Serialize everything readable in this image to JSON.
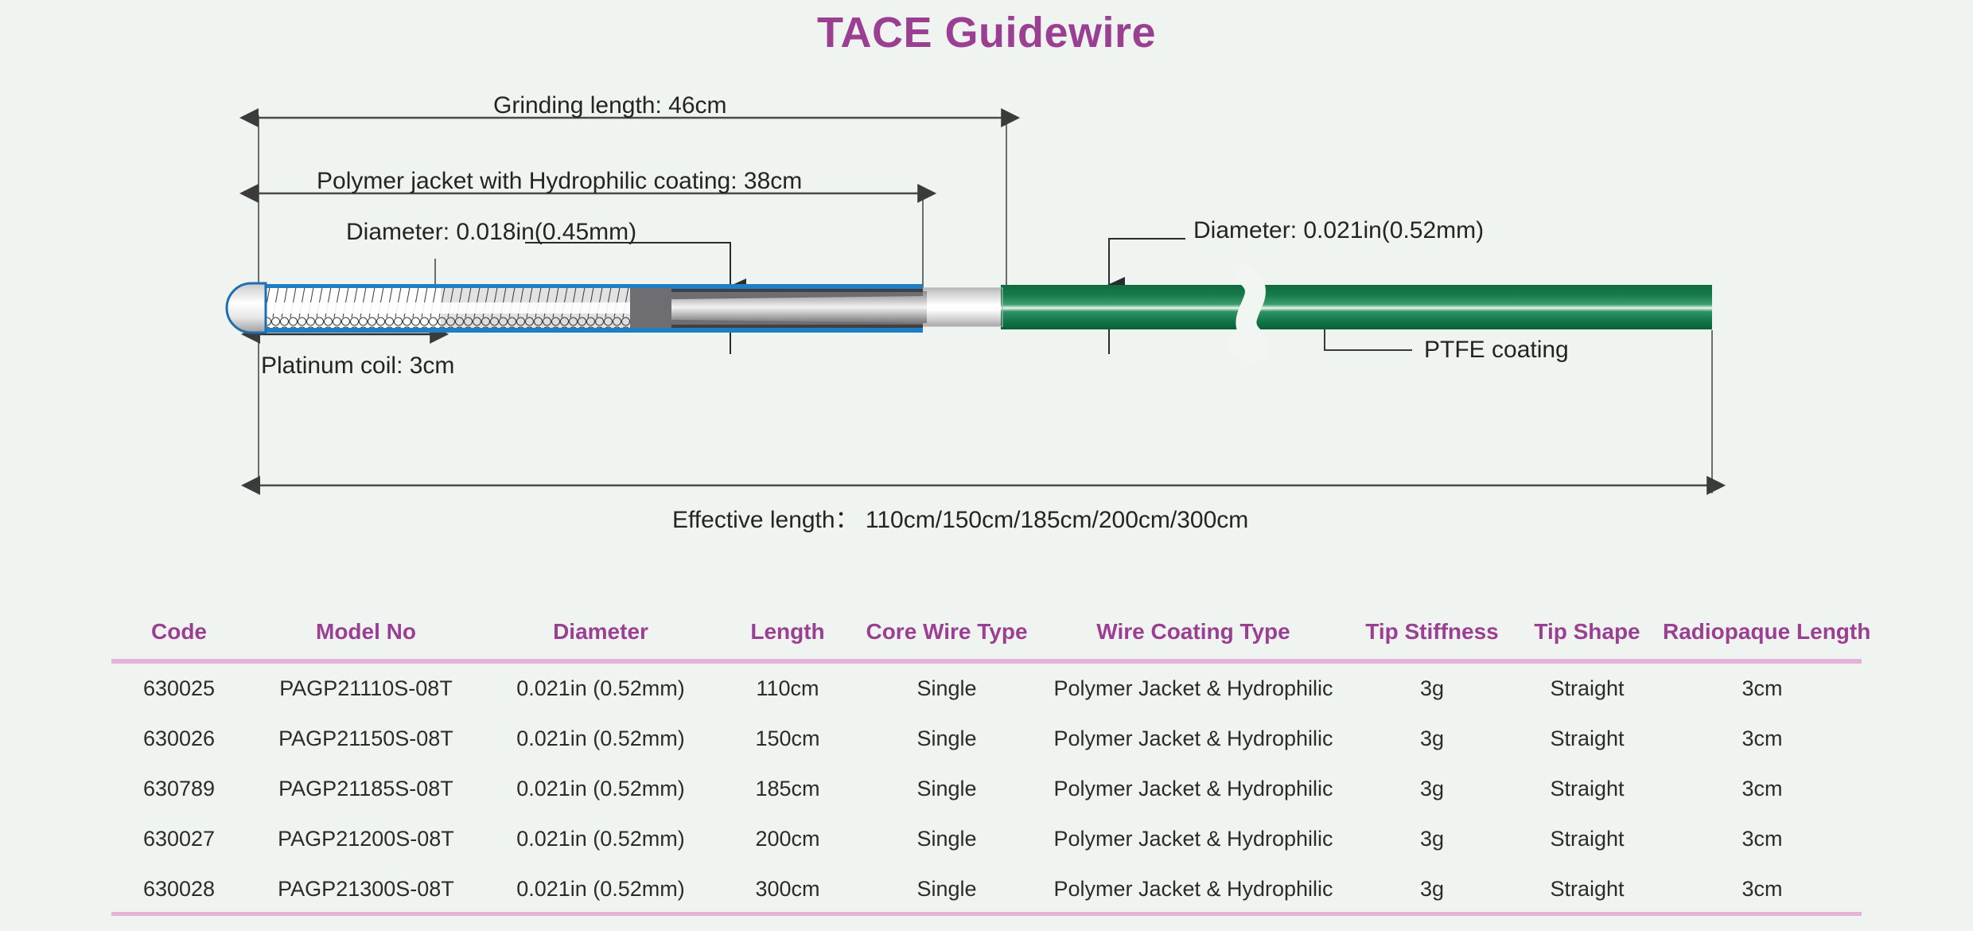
{
  "title": "TACE Guidewire",
  "colors": {
    "accent_purple": "#9b3f93",
    "rule_pink": "#e3b4d8",
    "background": "#f0f4f0",
    "shaft_green": "#17794a",
    "coating_blue": "#1f7fc4",
    "text_dark": "#242424"
  },
  "diagram": {
    "labels": {
      "grinding_length": "Grinding length: 46cm",
      "polymer_jacket": "Polymer jacket with Hydrophilic coating: 38cm",
      "diameter_distal": "Diameter: 0.018in(0.45mm)",
      "diameter_proximal": "Diameter: 0.021in(0.52mm)",
      "platinum_coil": "Platinum coil: 3cm",
      "ptfe_coating": "PTFE coating",
      "effective_length": "Effective length： 110cm/150cm/185cm/200cm/300cm"
    }
  },
  "table": {
    "headers": [
      "Code",
      "Model No",
      "Diameter",
      "Length",
      "Core Wire Type",
      "Wire Coating Type",
      "Tip Stiffness",
      "Tip Shape",
      "Radiopaque Length"
    ],
    "rows": [
      {
        "code": "630025",
        "model_no": "PAGP21110S-08T",
        "diameter": "0.021in (0.52mm)",
        "length": "110cm",
        "core_wire_type": "Single",
        "wire_coating_type": "Polymer Jacket & Hydrophilic",
        "tip_stiffness": "3g",
        "tip_shape": "Straight",
        "radiopaque_length": "3cm"
      },
      {
        "code": "630026",
        "model_no": "PAGP21150S-08T",
        "diameter": "0.021in (0.52mm)",
        "length": "150cm",
        "core_wire_type": "Single",
        "wire_coating_type": "Polymer Jacket & Hydrophilic",
        "tip_stiffness": "3g",
        "tip_shape": "Straight",
        "radiopaque_length": "3cm"
      },
      {
        "code": "630789",
        "model_no": "PAGP21185S-08T",
        "diameter": "0.021in (0.52mm)",
        "length": "185cm",
        "core_wire_type": "Single",
        "wire_coating_type": "Polymer Jacket & Hydrophilic",
        "tip_stiffness": "3g",
        "tip_shape": "Straight",
        "radiopaque_length": "3cm"
      },
      {
        "code": "630027",
        "model_no": "PAGP21200S-08T",
        "diameter": "0.021in (0.52mm)",
        "length": "200cm",
        "core_wire_type": "Single",
        "wire_coating_type": "Polymer Jacket & Hydrophilic",
        "tip_stiffness": "3g",
        "tip_shape": "Straight",
        "radiopaque_length": "3cm"
      },
      {
        "code": "630028",
        "model_no": "PAGP21300S-08T",
        "diameter": "0.021in (0.52mm)",
        "length": "300cm",
        "core_wire_type": "Single",
        "wire_coating_type": "Polymer Jacket & Hydrophilic",
        "tip_stiffness": "3g",
        "tip_shape": "Straight",
        "radiopaque_length": "3cm"
      }
    ]
  }
}
